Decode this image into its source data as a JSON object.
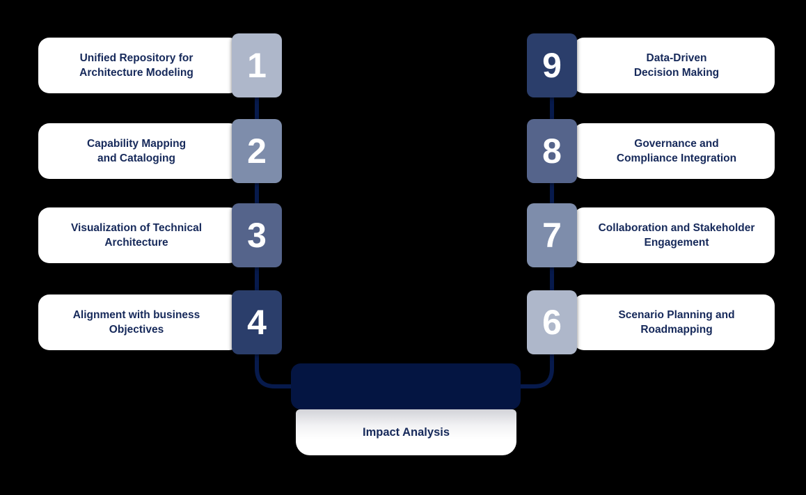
{
  "colors": {
    "background": "#000000",
    "connector": "#071a4c",
    "center_box": "#041542",
    "label_text": "#16295a",
    "number_text": "#ffffff",
    "level_1": "#aeb7ca",
    "level_2": "#7e8dab",
    "level_3": "#55648b",
    "level_4": "#2b3e6b"
  },
  "items": [
    {
      "number": "1",
      "lines": [
        "Unified Repository for",
        "Architecture Modeling"
      ],
      "color": "#aeb7ca"
    },
    {
      "number": "2",
      "lines": [
        "Capability Mapping",
        "and Cataloging"
      ],
      "color": "#7e8dab"
    },
    {
      "number": "3",
      "lines": [
        "Visualization of Technical",
        "Architecture"
      ],
      "color": "#55648b"
    },
    {
      "number": "4",
      "lines": [
        "Alignment with business",
        "Objectives"
      ],
      "color": "#2b3e6b"
    },
    {
      "number": "9",
      "lines": [
        "Data-Driven",
        "Decision Making"
      ],
      "color": "#2b3e6b"
    },
    {
      "number": "8",
      "lines": [
        "Governance and",
        "Compliance Integration"
      ],
      "color": "#55648b"
    },
    {
      "number": "7",
      "lines": [
        "Collaboration and Stakeholder",
        "Engagement"
      ],
      "color": "#7e8dab"
    },
    {
      "number": "6",
      "lines": [
        "Scenario Planning and",
        "Roadmapping"
      ],
      "color": "#aeb7ca"
    }
  ],
  "center": {
    "label": "Impact Analysis"
  }
}
